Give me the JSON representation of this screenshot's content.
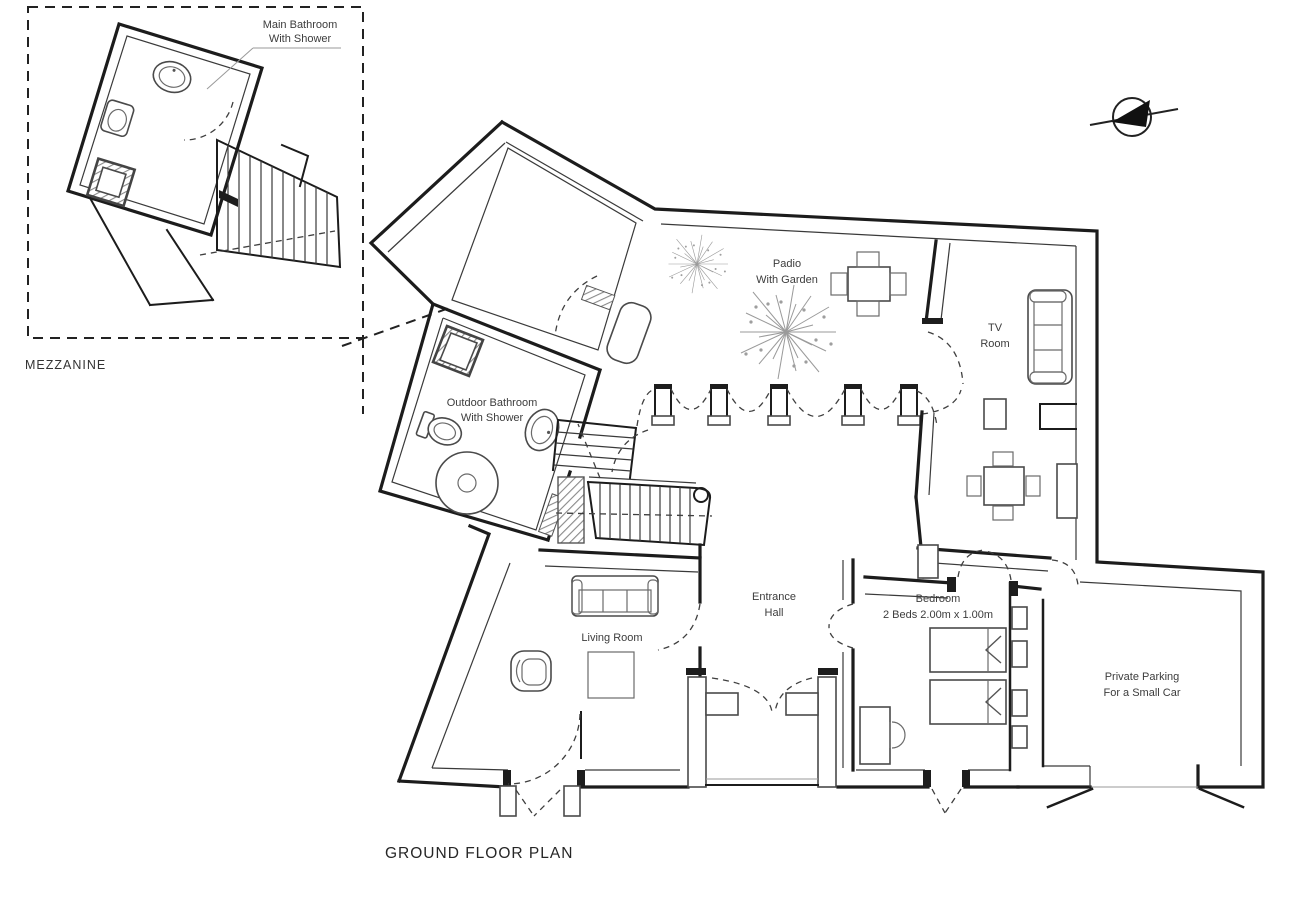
{
  "page": {
    "title": "GROUND FLOOR PLAN"
  },
  "mezzanine": {
    "label": "MEZZANINE",
    "callout": {
      "line1": "Main Bathroom",
      "line2": "With Shower"
    }
  },
  "rooms": {
    "patio": {
      "line1": "Padio",
      "line2": "With Garden"
    },
    "tv_room": {
      "line1": "TV",
      "line2": "Room"
    },
    "outdoor_bathroom": {
      "line1": "Outdoor Bathroom",
      "line2": "With Shower"
    },
    "living_room": {
      "label": "Living Room"
    },
    "entrance_hall": {
      "line1": "Entrance",
      "line2": "Hall"
    },
    "bedroom": {
      "line1": "Bedroom",
      "line2": "2 Beds 2.00m x 1.00m"
    },
    "parking": {
      "line1": "Private Parking",
      "line2": "For a Small Car"
    }
  },
  "colors": {
    "background": "#ffffff",
    "wall_ink": "#1c1c1c",
    "furniture_ink": "#4a4a4a",
    "dashed_ink": "#3f3f3f",
    "text_ink": "#3c3c3c"
  }
}
